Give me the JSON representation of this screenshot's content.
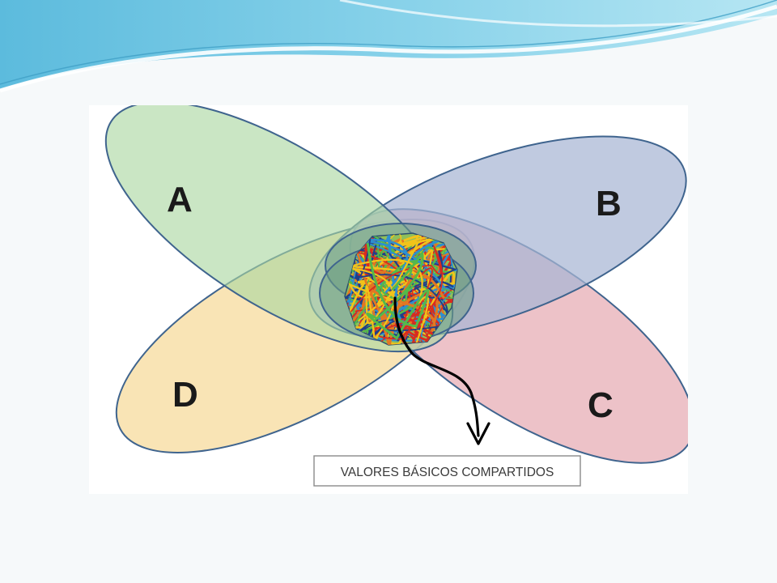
{
  "diagram": {
    "sets": [
      {
        "letter": "A",
        "fill": "#a9d6a0",
        "stroke": "#3f648e"
      },
      {
        "letter": "B",
        "fill": "#a8b6d4",
        "stroke": "#3f648e"
      },
      {
        "letter": "C",
        "fill": "#e6aab3",
        "stroke": "#3f648e"
      },
      {
        "letter": "D",
        "fill": "#f8dda2",
        "stroke": "#3f648e"
      }
    ],
    "caption": "VALORES BÁSICOS COMPARTIDOS",
    "core_colors": [
      "#1f3f8a",
      "#d92b1f",
      "#f2c31a",
      "#54b94a",
      "#2d8fd0",
      "#e27722"
    ]
  }
}
